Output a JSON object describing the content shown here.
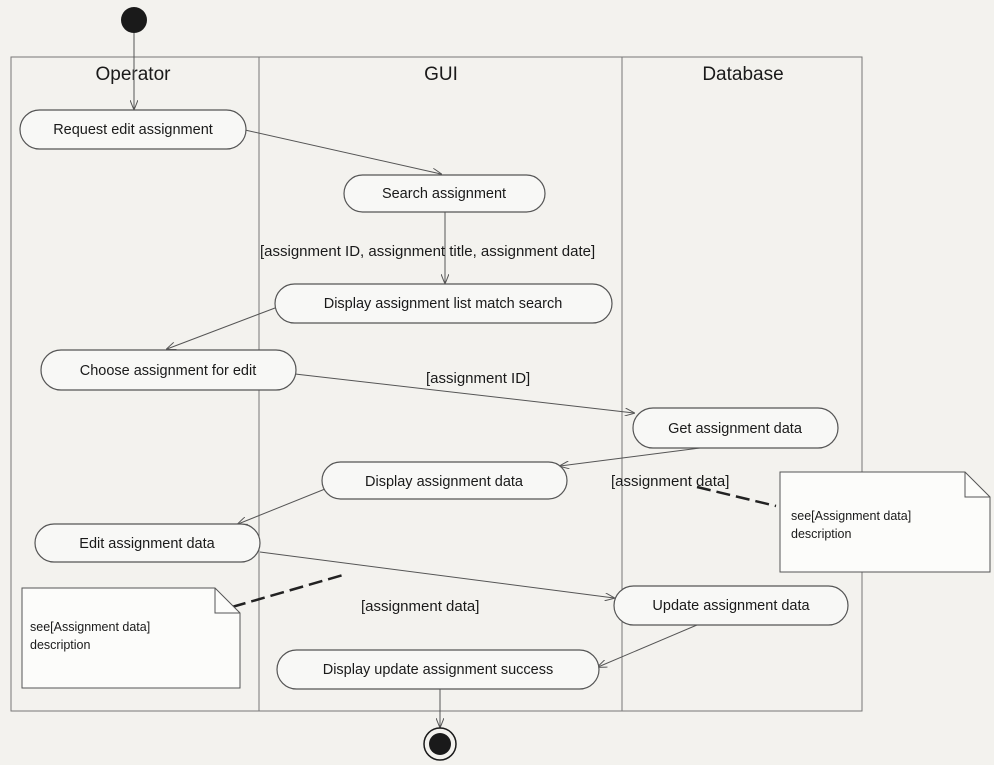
{
  "lanes": [
    "Operator",
    "GUI",
    "Database"
  ],
  "nodes": {
    "request_edit": "Request edit assignment",
    "search": "Search assignment",
    "display_list": "Display  assignment list match search",
    "choose": "Choose assignment for edit",
    "get_data": "Get assignment data",
    "display_data": "Display  assignment data",
    "edit_data": "Edit  assignment data",
    "update_data": "Update assignment data",
    "display_success": "Display update assignment success"
  },
  "guards": {
    "search_criteria": "[assignment ID, assignment title, assignment  date]",
    "assignment_id": "[assignment ID]",
    "assignment_data_db": "[assignment data]",
    "assignment_data_edit": "[assignment  data]"
  },
  "notes": {
    "right": {
      "line1": "see[Assignment data]",
      "line2": "description"
    },
    "left": {
      "line1": "see[Assignment data]",
      "line2": "description"
    }
  },
  "colors": {
    "line": "#555555",
    "node_fill": "#f8f8f6",
    "background": "#f3f2ee"
  }
}
